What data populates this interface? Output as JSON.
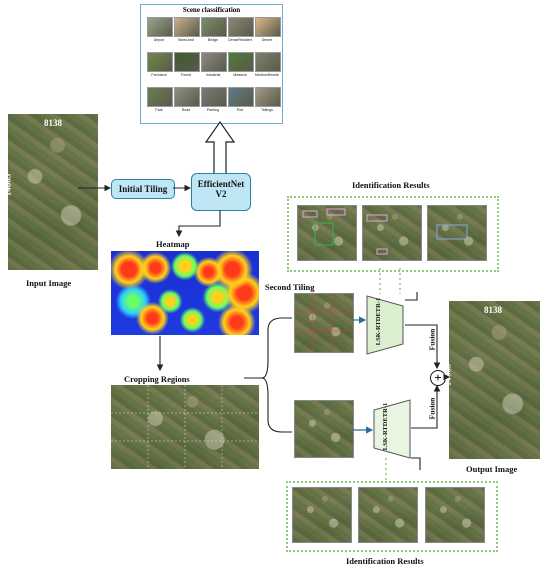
{
  "input_image": {
    "width_label": "8138",
    "height_label": "14865",
    "caption": "Input  Image"
  },
  "initial_tiling": "Initial Tiling",
  "efficientnet": {
    "line1": "EfficientNet",
    "line2": "V2"
  },
  "heatmap_label": "Heatmap",
  "second_tiling": "Second Tiling",
  "cropping_regions": "Cropping Regions",
  "scene_classification": {
    "title": "Scene classification",
    "classes": [
      "Airport",
      "BareLand",
      "Bridge",
      "DenseResidential",
      "Desert",
      "Farmland",
      "Forest",
      "Industrial",
      "Meadow",
      "MediumResidential",
      "Park",
      "Road",
      "Parking",
      "Port",
      "Tailings"
    ]
  },
  "identification_results_top": "Identification Results",
  "identification_results_bottom": "Identification  Results",
  "detector_top": "LSK-RTDETR-1",
  "detector_bottom": "LSK-RTDETR-1",
  "fusion_top": "Fusion",
  "fusion_bottom": "Fusion",
  "fusion_symbol": "+",
  "output_image": {
    "width_label": "8138",
    "height_label": "14865",
    "caption": "Output  Image"
  },
  "colors": {
    "pill_fill": "#bfe6f5",
    "pill_stroke": "#2a7fb0",
    "arrow": "#2a6f9c",
    "dashed_green": "#8fc97a",
    "detector_fill": "#d9efd0"
  }
}
